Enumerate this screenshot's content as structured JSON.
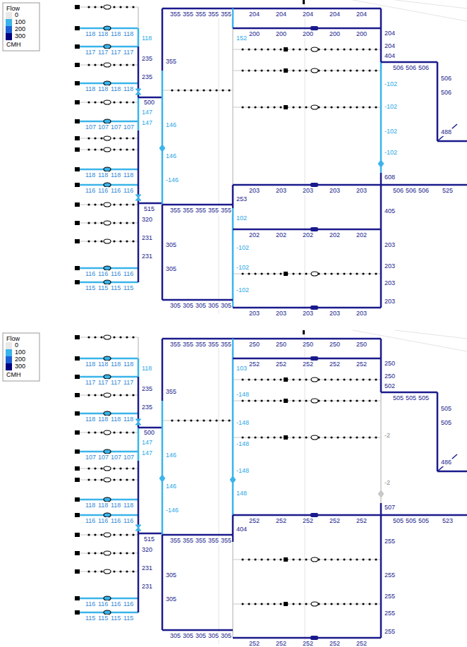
{
  "diagram": {
    "labels": [
      "Flow",
      "CMH",
      "118",
      "118",
      "118",
      "118",
      "117",
      "117",
      "117",
      "117",
      "118",
      "118",
      "118",
      "118",
      "107",
      "107",
      "107",
      "107",
      "118",
      "118",
      "118",
      "118",
      "116",
      "116",
      "116",
      "116",
      "116",
      "116",
      "116",
      "116",
      "115",
      "115",
      "115",
      "115",
      "118",
      "235",
      "235",
      "147",
      "147",
      "320",
      "231",
      "231",
      "500",
      "515",
      "355",
      "146",
      "146",
      "-146",
      "305",
      "355",
      "355",
      "355",
      "355",
      "355",
      "204",
      "204",
      "204",
      "204",
      "204",
      "204",
      "204",
      "404",
      "-102",
      "-102",
      "-102",
      "-102",
      "608",
      "405",
      "203",
      "203",
      "203",
      "203",
      "506",
      "506",
      "506",
      "506",
      "506",
      "488",
      "506",
      "506",
      "506",
      "525",
      "200",
      "200",
      "200",
      "200",
      "200",
      "203",
      "203",
      "203",
      "203",
      "203",
      "202",
      "202",
      "202",
      "202",
      "202",
      "203",
      "203",
      "203",
      "203",
      "203",
      "152",
      "253",
      "102",
      "-102",
      "-102",
      "-102",
      "355",
      "355",
      "355",
      "355",
      "355",
      "305",
      "305",
      "305",
      "305",
      "305",
      "305",
      "Flow",
      "CMH",
      "118",
      "118",
      "118",
      "118",
      "117",
      "117",
      "117",
      "117",
      "118",
      "118",
      "118",
      "118",
      "107",
      "107",
      "107",
      "107",
      "118",
      "118",
      "118",
      "118",
      "116",
      "116",
      "116",
      "116",
      "116",
      "116",
      "116",
      "116",
      "115",
      "115",
      "115",
      "115",
      "118",
      "235",
      "235",
      "147",
      "147",
      "320",
      "231",
      "231",
      "500",
      "515",
      "355",
      "146",
      "146",
      "-146",
      "305",
      "355",
      "355",
      "355",
      "355",
      "355",
      "250",
      "250",
      "250",
      "250",
      "250",
      "250",
      "250",
      "502",
      "-2",
      "-2",
      "507",
      "255",
      "255",
      "255",
      "255",
      "255",
      "505",
      "505",
      "505",
      "505",
      "505",
      "486",
      "505",
      "505",
      "505",
      "523",
      "252",
      "252",
      "252",
      "252",
      "252",
      "252",
      "252",
      "252",
      "252",
      "252",
      "252",
      "252",
      "252",
      "252",
      "252",
      "103",
      "-148",
      "-148",
      "-148",
      "-148",
      "148",
      "404",
      "355",
      "355",
      "355",
      "355",
      "355",
      "305",
      "305",
      "305",
      "305",
      "305",
      "305"
    ],
    "legend": [
      {
        "text": "0",
        "color": "#e8e8e8"
      },
      {
        "text": "100",
        "color": "#3ab4ea"
      },
      {
        "text": "200",
        "color": "#1f5fd6"
      },
      {
        "text": "300",
        "color": "#000080"
      },
      {
        "text": "0",
        "color": "#e8e8e8"
      },
      {
        "text": "100",
        "color": "#3ab4ea"
      },
      {
        "text": "200",
        "color": "#1f5fd6"
      },
      {
        "text": "300",
        "color": "#000080"
      }
    ]
  }
}
